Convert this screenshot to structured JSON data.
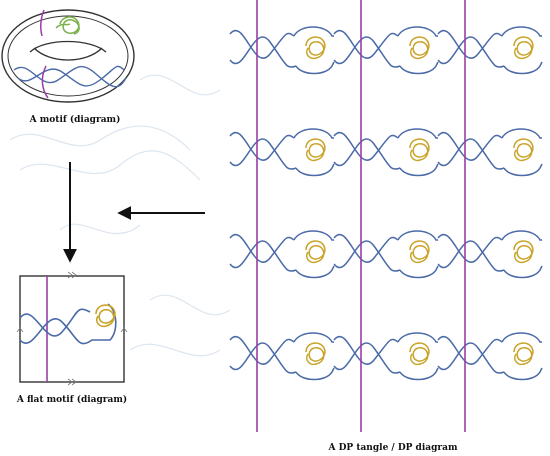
{
  "captions": {
    "motif": "A motif (diagram)",
    "flat_motif": "A flat motif (diagram)",
    "dp_tangle": "A DP tangle / DP diagram"
  },
  "tiling": {
    "rows": 4,
    "columns": 3
  },
  "colors": {
    "blue_strand": "#4a6aa8",
    "purple_strand": "#9a3ea6",
    "knot_gold": "#c9a227",
    "knot_green": "#7bb04a",
    "outline": "#333333",
    "arrow": "#111111",
    "ghost": "#dde6f0"
  }
}
